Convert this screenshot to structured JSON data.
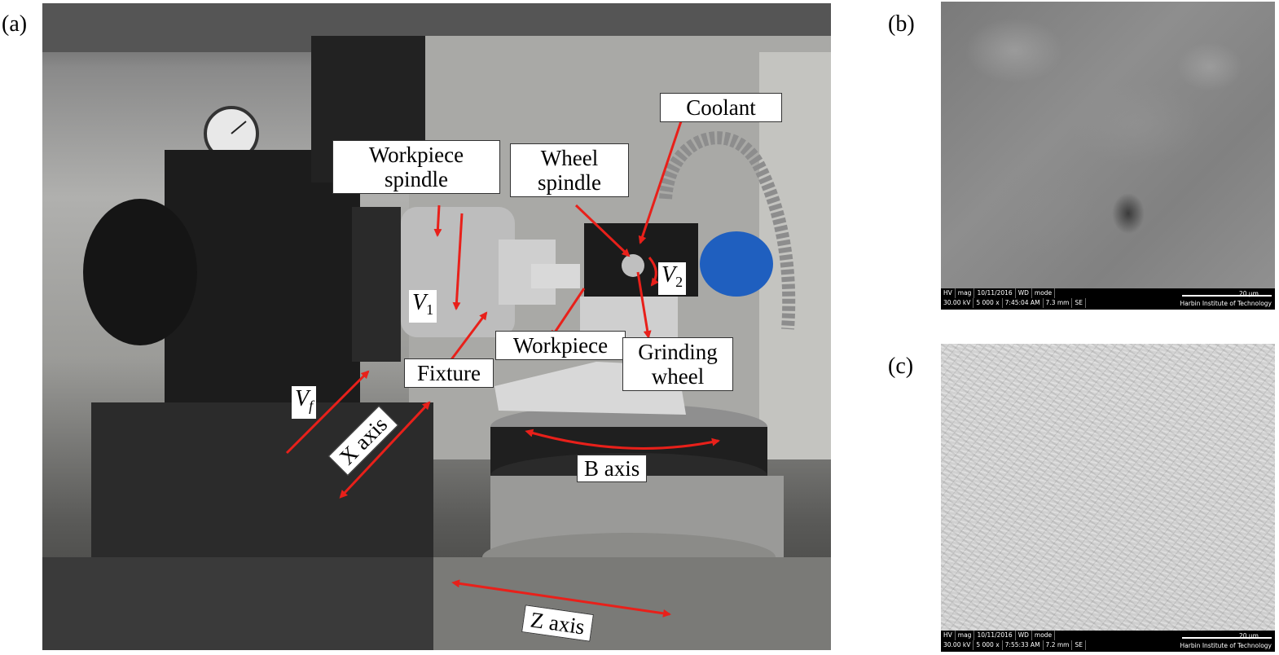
{
  "panels": {
    "a": "(a)",
    "b": "(b)",
    "c": "(c)"
  },
  "photo_labels": {
    "workpiece_spindle": "Workpiece spindle",
    "wheel_spindle": "Wheel spindle",
    "coolant": "Coolant",
    "workpiece": "Workpiece",
    "grinding_wheel": "Grinding wheel",
    "fixture": "Fixture",
    "x_axis": "X axis",
    "b_axis": "B axis",
    "z_axis": "Z axis"
  },
  "variables": {
    "v1": {
      "base": "V",
      "sub": "1"
    },
    "v2": {
      "base": "V",
      "sub": "2"
    },
    "vf": {
      "base": "V",
      "sub": "f"
    }
  },
  "sem_b": {
    "headers": [
      "HV",
      "mag",
      "10/11/2016",
      "WD",
      "mode"
    ],
    "values": [
      "30.00 kV",
      "5 000 x",
      "7:45:04 AM",
      "7.3 mm",
      "SE"
    ],
    "scale": "20 µm",
    "institution": "Harbin Institute of Technology"
  },
  "sem_c": {
    "headers": [
      "HV",
      "mag",
      "10/11/2016",
      "WD",
      "mode"
    ],
    "values": [
      "30.00 kV",
      "5 000 x",
      "7:55:33 AM",
      "7.2 mm",
      "SE"
    ],
    "scale": "20 µm",
    "institution": "Harbin Institute of Technology"
  },
  "colors": {
    "arrow": "#e8201a",
    "callout_bg": "#ffffff"
  }
}
